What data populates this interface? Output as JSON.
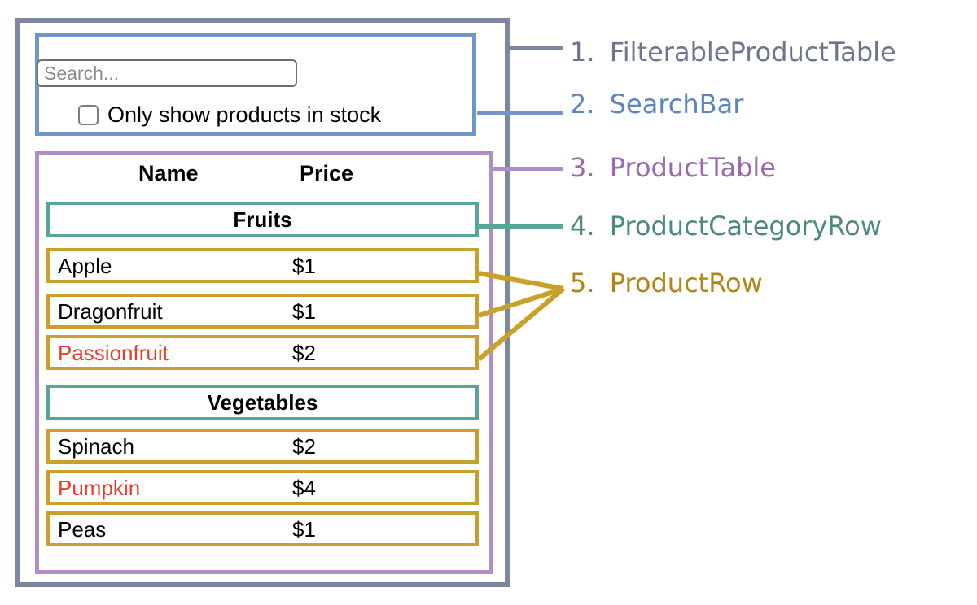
{
  "search": {
    "placeholder": "Search...",
    "value": "",
    "checkbox_label": "Only show products in stock",
    "checkbox_checked": false
  },
  "table": {
    "columns": [
      "Name",
      "Price"
    ],
    "sections": [
      {
        "category": "Fruits",
        "rows": [
          {
            "name": "Apple",
            "price": "$1",
            "in_stock": true
          },
          {
            "name": "Dragonfruit",
            "price": "$1",
            "in_stock": true
          },
          {
            "name": "Passionfruit",
            "price": "$2",
            "in_stock": false
          }
        ]
      },
      {
        "category": "Vegetables",
        "rows": [
          {
            "name": "Spinach",
            "price": "$2",
            "in_stock": true
          },
          {
            "name": "Pumpkin",
            "price": "$4",
            "in_stock": false
          },
          {
            "name": "Peas",
            "price": "$1",
            "in_stock": true
          }
        ]
      }
    ]
  },
  "legend": [
    {
      "num": "1.",
      "label": "FilterableProductTable",
      "color": "#6b7590"
    },
    {
      "num": "2.",
      "label": "SearchBar",
      "color": "#5d86bf"
    },
    {
      "num": "3.",
      "label": "ProductTable",
      "color": "#9b68b4"
    },
    {
      "num": "4.",
      "label": "ProductCategoryRow",
      "color": "#4c8a7f"
    },
    {
      "num": "5.",
      "label": "ProductRow",
      "color": "#b08418"
    }
  ],
  "colors": {
    "outline_filterable": "#7b86a0",
    "outline_searchbar": "#6e96cb",
    "outline_producttable": "#b28cc7",
    "outline_categoryrow": "#5aa397",
    "outline_productrow": "#c9a02a",
    "out_of_stock_text": "#ee3a2b"
  }
}
